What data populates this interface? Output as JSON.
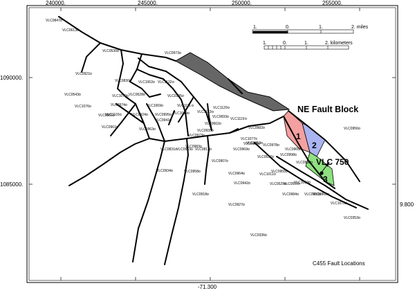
{
  "axis_top": [
    "240000.",
    "245000.",
    "250000.",
    "255000."
  ],
  "axis_left": [
    "1090000.",
    "1085000."
  ],
  "axis_bottom": [
    "-71.300"
  ],
  "axis_right": [
    "9.800"
  ],
  "scale_bar": {
    "miles_ticks": [
      "1.",
      "0.",
      "1.",
      "2. miles"
    ],
    "km_ticks": [
      "1.",
      "0.",
      "1.",
      "2. kilometers"
    ]
  },
  "block_title": "NE Fault Block",
  "well_label": "VLC 750",
  "zones": [
    {
      "label": "1",
      "color": "#f4a0a0"
    },
    {
      "label": "2",
      "color": "#aab4f0"
    },
    {
      "label": "3",
      "color": "#8ee080"
    }
  ],
  "fault_fill_color": "#666666",
  "map_caption": "C455 Fault Locations",
  "wells": [
    "VLC0847",
    "VLC0613",
    "VLC0530",
    "VLC0973",
    "VLC0921",
    "VLC0830",
    "VLC1062",
    "VLC1132",
    "VLC0543",
    "VLC0628",
    "VLC1070",
    "VLC0195",
    "VLC0974",
    "VLC1069",
    "VLC1111",
    "VLC1009",
    "VLC1076",
    "VLC1103",
    "VLC0924",
    "VLC0995",
    "VLC0881",
    "VLC1120",
    "VLC0941",
    "VLC0662",
    "VLC0961",
    "VLC0963",
    "VLC1123",
    "VLC0693",
    "VLC1119",
    "VLC0982",
    "VLC0935",
    "VLC0973",
    "VLC0831",
    "VLC0963",
    "VLC0812",
    "VLC0983",
    "VLC0934",
    "VLC0958",
    "VLC0907",
    "VLC0964",
    "VLC0942",
    "VLC0918",
    "VLC0927",
    "VLC0336",
    "VLC1077",
    "VLC0988",
    "VLC0978",
    "VLC0517",
    "VLC0998",
    "VLC0960",
    "VLC0955",
    "VLC1011",
    "VLC0529",
    "VLC0550",
    "VLC1010",
    "VLC0962",
    "VLC0984",
    "VLC0980",
    "VLC1053",
    "VLC0969",
    "VLC0956",
    "VLC0965",
    "VLC1072",
    "VLC0353"
  ]
}
